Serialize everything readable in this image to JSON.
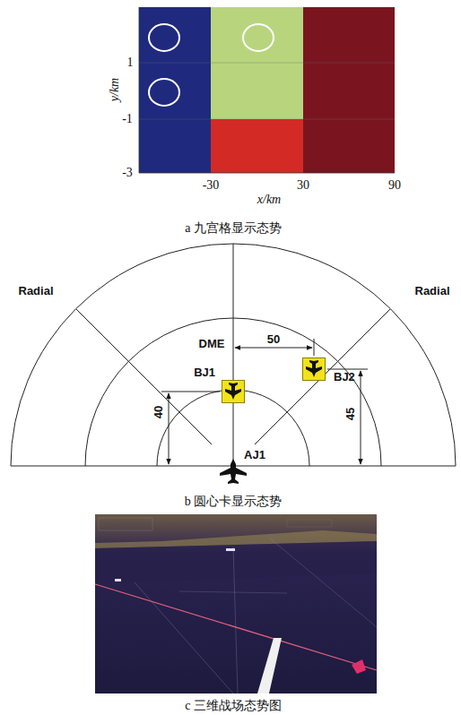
{
  "diagram": {
    "nodes": [
      {
        "text": [
          "BJ1"
        ]
      },
      {
        "text": [
          "BJ2"
        ]
      }
    ],
    "labels": [
      "1",
      "-1",
      "-3",
      "y/km",
      "-30",
      "30",
      "90",
      "x/km",
      "a 九宫格显示态势",
      "Radial",
      "Radial",
      "DME",
      "50",
      "40",
      "45",
      "AJ1",
      "b 圆心卡显示态势",
      "c 三维战场态势图"
    ]
  }
}
